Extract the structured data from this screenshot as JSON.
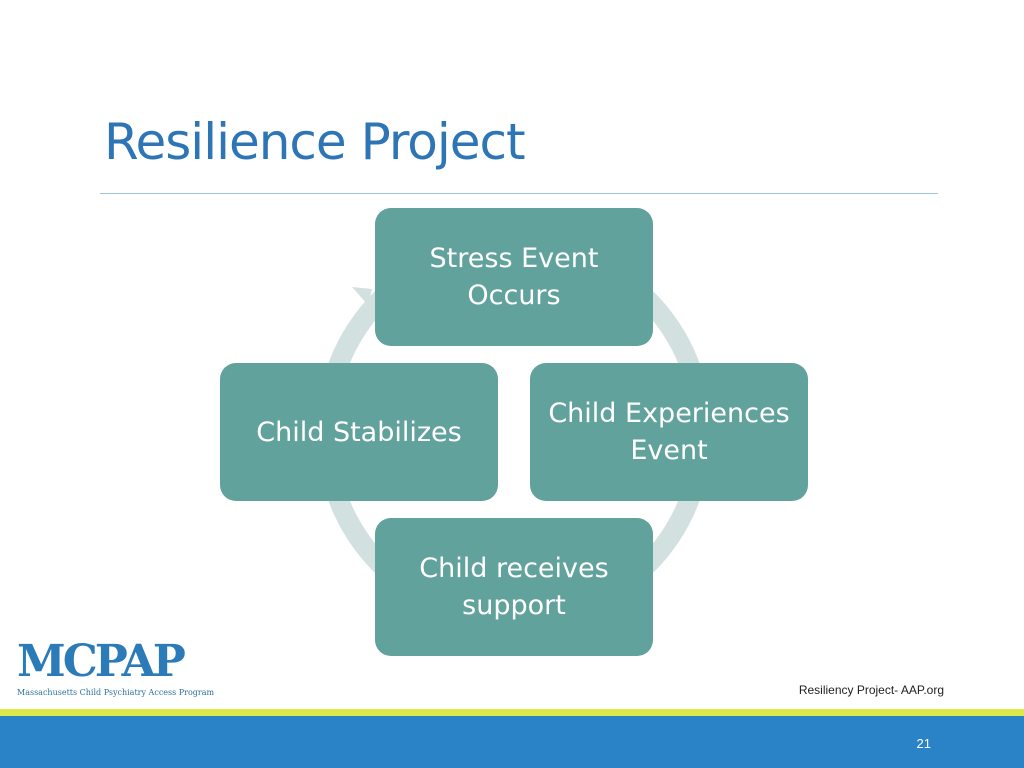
{
  "slide": {
    "title": "Resilience Project",
    "source_credit": "Resiliency Project- AAP.org",
    "slide_number": "21"
  },
  "diagram": {
    "nodes": [
      {
        "id": "stress-event",
        "lines": [
          "Stress Event",
          "Occurs"
        ]
      },
      {
        "id": "child-experiences",
        "lines": [
          "Child Experiences",
          "Event"
        ]
      },
      {
        "id": "child-receives",
        "lines": [
          "Child receives",
          "support"
        ]
      },
      {
        "id": "child-stabilizes",
        "lines": [
          "Child Stabilizes"
        ]
      }
    ]
  },
  "logo": {
    "letters": "MCPAP",
    "tagline": "Massachusetts Child Psychiatry Access Program"
  },
  "colors": {
    "title": "#2e75b6",
    "node_fill": "#62a29c",
    "ring": "#d2e1df",
    "accent_strip": "#dde94a",
    "footer_bar": "#2a83c7"
  }
}
